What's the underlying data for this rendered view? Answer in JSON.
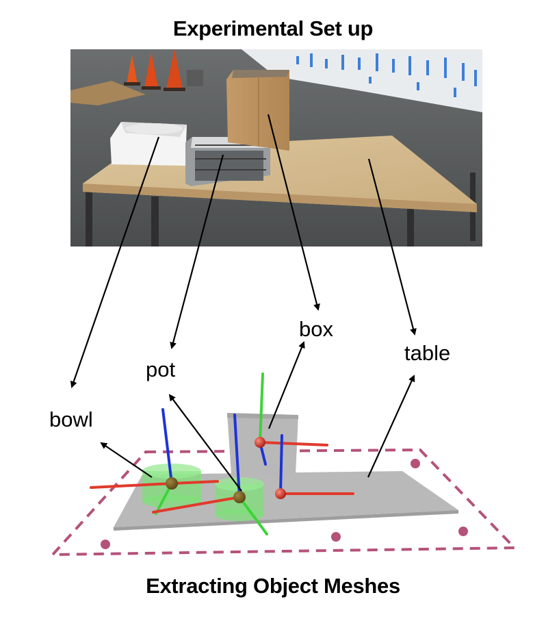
{
  "header": {
    "title": "Experimental Set up"
  },
  "footer": {
    "title": "Extracting Object Meshes"
  },
  "labels": {
    "bowl": "bowl",
    "pot": "pot",
    "box": "box",
    "table": "table"
  },
  "colors": {
    "axis_x": "#e03a2b",
    "axis_y": "#3fd23a",
    "axis_z": "#1f33d6",
    "mesh_gray": "#b8b8b8",
    "mesh_green": "#7fe07a",
    "boundary": "#b5527a"
  }
}
